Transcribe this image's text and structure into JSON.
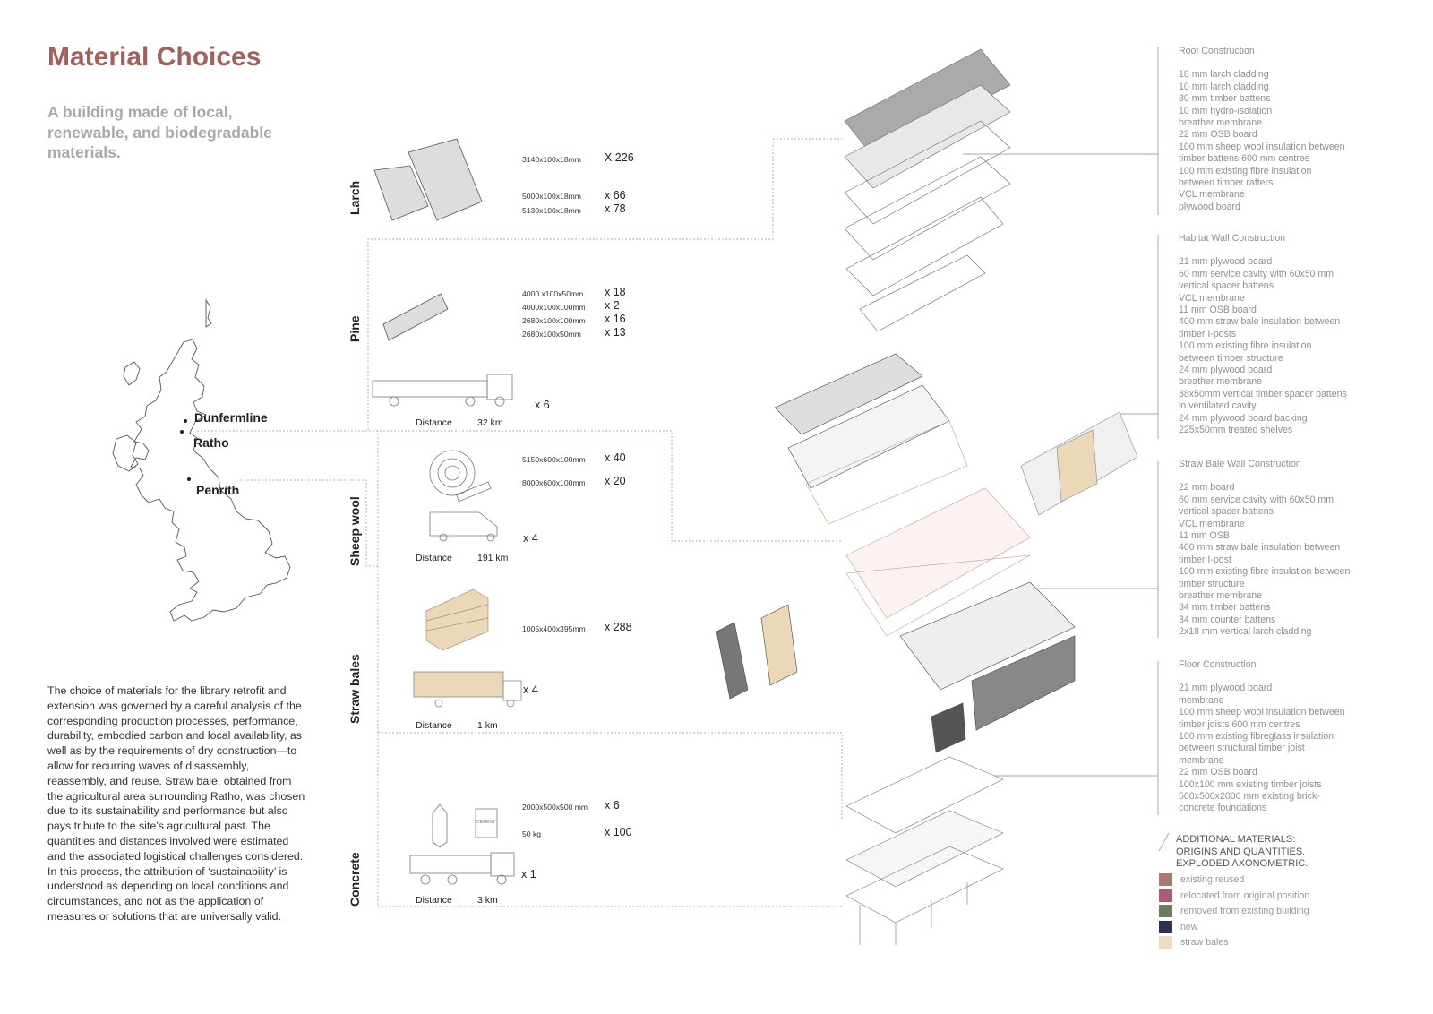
{
  "title": "Material Choices",
  "subtitle": "A building made of local, renewable, and biodegradable materials.",
  "body_text": "The choice of materials for the library retrofit and extension was governed by a careful analysis of the corresponding production processes, performance, durability, embodied carbon and local availability, as well as by the requirements of dry construction—to allow for recurring waves of disassembly, reassembly, and reuse. Straw bale, obtained from the agricultural area surrounding Ratho, was chosen due to its sustainability and performance but also pays tribute to the site’s agricultural past. The quantities and distances involved were estimated and the associated logistical challenges considered. In this process, the attribution of ‘sustainability’ is understood as depending on local conditions and circumstances, and not as the application of measures or solutions that are universally valid.",
  "map": {
    "cities": [
      "Dunfermline",
      "Ratho",
      "Penrith"
    ]
  },
  "materials": {
    "larch": {
      "label": "Larch",
      "items": [
        {
          "dim": "3140x100x18mm",
          "qty": "X 226"
        },
        {
          "dim": "5000x100x18mm",
          "qty": "x 66"
        },
        {
          "dim": "5130x100x18mm",
          "qty": "x 78"
        }
      ]
    },
    "pine": {
      "label": "Pine",
      "items": [
        {
          "dim": "4000 x100x50mm",
          "qty": "x 18"
        },
        {
          "dim": "4000x100x100mm",
          "qty": "x 2"
        },
        {
          "dim": "2680x100x100mm",
          "qty": "x 16"
        },
        {
          "dim": "2680x100x50mm",
          "qty": "x 13"
        }
      ],
      "trucks": "x 6",
      "distance_label": "Distance",
      "distance": "32 km"
    },
    "sheep_wool": {
      "label": "Sheep wool",
      "items": [
        {
          "dim": "5150x600x100mm",
          "qty": "x 40"
        },
        {
          "dim": "8000x600x100mm",
          "qty": "x 20"
        }
      ],
      "trucks": "x 4",
      "distance_label": "Distance",
      "distance": "191 km"
    },
    "straw_bales": {
      "label": "Straw bales",
      "items": [
        {
          "dim": "1005x400x395mm",
          "qty": "x 288"
        }
      ],
      "trucks": "x 4",
      "distance_label": "Distance",
      "distance": "1 km"
    },
    "concrete": {
      "label": "Concrete",
      "items": [
        {
          "dim": "2000x500x500 mm",
          "qty": "x 6"
        },
        {
          "dim": "50 kg",
          "qty": "x 100"
        }
      ],
      "bag_label": "CEMENT",
      "trucks": "x 1",
      "distance_label": "Distance",
      "distance": "3 km"
    }
  },
  "specs": [
    {
      "heading": "Roof Construction",
      "lines": [
        "18 mm larch cladding",
        "10 mm larch cladding",
        "30 mm timber battens",
        "10 mm hydro-isolation",
        "breather membrane",
        "22 mm OSB board",
        "100 mm sheep wool insulation between",
        "timber battens 600 mm centres",
        "100 mm existing fibre insulation",
        "between timber rafters",
        "VCL membrane",
        "plywood board"
      ]
    },
    {
      "heading": "Habitat Wall Construction",
      "lines": [
        "21 mm plywood board",
        "60 mm service cavity with 60x50 mm",
        "vertical spacer battens",
        "VCL membrane",
        "11 mm OSB board",
        "400 mm straw bale insulation  between",
        "timber I-posts",
        "100 mm existing fibre insulation",
        "between timber structure",
        "24 mm plywood board",
        "breather membrane",
        "38x50mm vertical timber spacer battens",
        "in ventilated cavity",
        "24 mm plywood board backing",
        "225x50mm treated shelves"
      ]
    },
    {
      "heading": "Straw Bale Wall Construction",
      "lines": [
        "22 mm board",
        "60 mm service cavity with 60x50 mm",
        "vertical spacer battens",
        "VCL membrane",
        "11 mm OSB",
        "400 mm straw bale insulation  between",
        "timber I-post",
        "100 mm existing fibre insulation between",
        "timber structure",
        "breather membrane",
        "34 mm timber battens",
        "34 mm counter battens",
        "2x18 mm vertical larch cladding"
      ]
    },
    {
      "heading": "Floor Construction",
      "lines": [
        "21 mm plywood board",
        "membrane",
        "100 mm sheep wool insulation between",
        "timber joists 600 mm centres",
        "100 mm existing fibreglass insulation",
        "between structural timber joist",
        "membrane",
        "22 mm OSB board",
        "100x100 mm existing timber joists",
        "500x500x2000 mm existing brick-",
        "concrete foundations"
      ]
    }
  ],
  "legend": {
    "title_lines": [
      "ADDITIONAL MATERIALS:",
      "ORIGINS AND QUANTITIES.",
      "EXPLODED AXONOMETRIC."
    ],
    "items": [
      {
        "label": "existing reused",
        "color": "#a97b70"
      },
      {
        "label": "relocated from original position",
        "color": "#a95c72"
      },
      {
        "label": "removed from existing building",
        "color": "#6b7b5d"
      },
      {
        "label": "new",
        "color": "#2f3152"
      },
      {
        "label": "straw bales",
        "color": "#eddcc0"
      }
    ]
  },
  "colors": {
    "accent": "#a2605b",
    "dotted": "#d5a39e",
    "line": "#c9b0ad"
  }
}
